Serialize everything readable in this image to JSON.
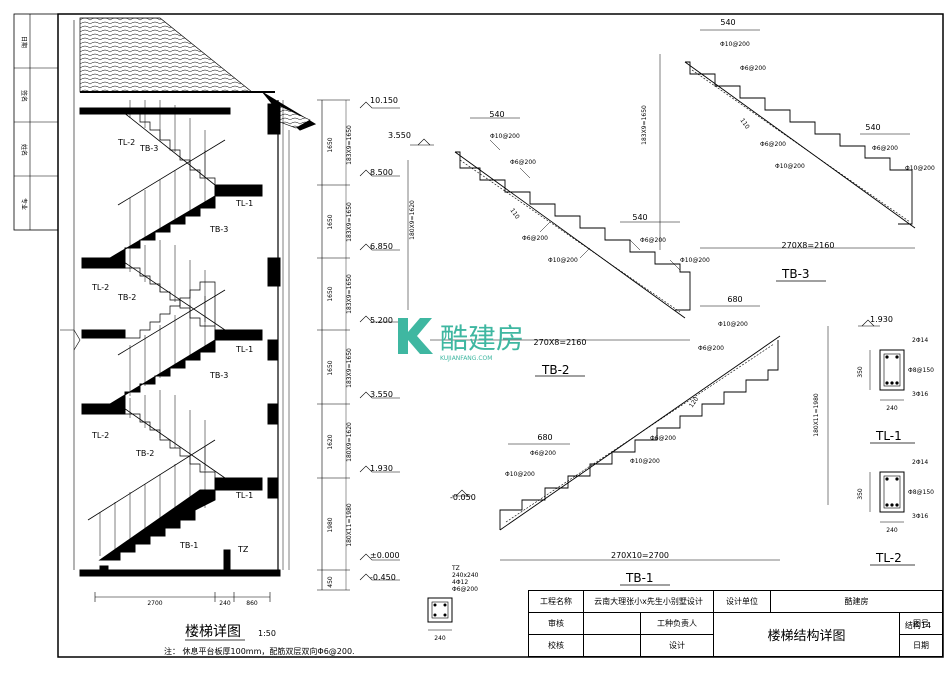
{
  "left_strip": {
    "labels": [
      "日期",
      "签名",
      "姓名",
      "专业"
    ]
  },
  "elevation": {
    "levels": [
      "10.150",
      "8.500",
      "6.850",
      "5.200",
      "3.550",
      "1.930",
      "±0.000",
      "-0.450"
    ],
    "flight_dims": [
      "183X9=1650",
      "183X9=1650",
      "183X9=1650",
      "183X9=1650",
      "180X9=1620",
      "180X11=1980"
    ],
    "dims_right": [
      "1650",
      "1650",
      "1650",
      "1650",
      "1620",
      "1980",
      "450"
    ],
    "bottom_dims": [
      "2700",
      "240",
      "860"
    ],
    "labels": {
      "tl1": "TL-1",
      "tl2": "TL-2",
      "tb1": "TB-1",
      "tb2": "TB-2",
      "tb3": "TB-3",
      "tz": "TZ"
    },
    "title": "楼梯详图",
    "scale": "1:50",
    "note": "注：  休息平台板厚100mm，配筋双层双向Φ6@200."
  },
  "tb2": {
    "title": "TB-2",
    "level": "3.550",
    "dim_top": "540",
    "dim_right": "540",
    "dim_bottom": "270X8=2160",
    "dim_vertical": "180X9=1620",
    "thickness": "110",
    "rebar": [
      "Φ10@200",
      "Φ6@200",
      "Φ6@200",
      "Φ10@200",
      "Φ6@200",
      "Φ10@200"
    ]
  },
  "tb3": {
    "title": "TB-3",
    "dim_top": "540",
    "dim_right": "540",
    "dim_bottom": "270X8=2160",
    "dim_vertical": "183X9=1650",
    "thickness": "110",
    "rebar": [
      "Φ10@200",
      "Φ6@200",
      "Φ6@200",
      "Φ10@200",
      "Φ6@200",
      "Φ10@200"
    ]
  },
  "tb1": {
    "title": "TB-1",
    "level_top": "1.930",
    "level_bottom": "-0.050",
    "dim_top": "680",
    "dim_left": "680",
    "dim_bottom": "270X10=2700",
    "dim_vertical": "180X11=1980",
    "thickness": "120",
    "rebar": [
      "Φ10@200",
      "Φ6@200",
      "Φ6@200",
      "Φ10@200",
      "Φ6@200",
      "Φ10@200"
    ]
  },
  "tl1": {
    "title": "TL-1",
    "height": "350",
    "width": "240",
    "top_bar": "2Φ14",
    "stirrup": "Φ8@150",
    "bottom_bar": "3Φ16"
  },
  "tl2": {
    "title": "TL-2",
    "height": "350",
    "width": "240",
    "top_bar": "2Φ14",
    "stirrup": "Φ8@150",
    "bottom_bar": "3Φ16"
  },
  "tz": {
    "title": "TZ",
    "size": "240x240",
    "bars": "4Φ12",
    "stirrup": "Φ6@200",
    "width": "240"
  },
  "watermark": {
    "brand": "酷建房",
    "url": "KUJIANFANG.COM"
  },
  "title_block": {
    "project_label": "工程名称",
    "project_name": "云南大理张小x先生小别墅设计",
    "design_unit_label": "设计单位",
    "design_unit": "酷建房",
    "review_label": "审核",
    "lead_label": "工种负责人",
    "drawing_title": "楼梯结构详图",
    "drawing_no_label": "图号",
    "drawing_no": "结构14",
    "check_label": "校核",
    "design_label": "设计",
    "date_label": "日期"
  }
}
